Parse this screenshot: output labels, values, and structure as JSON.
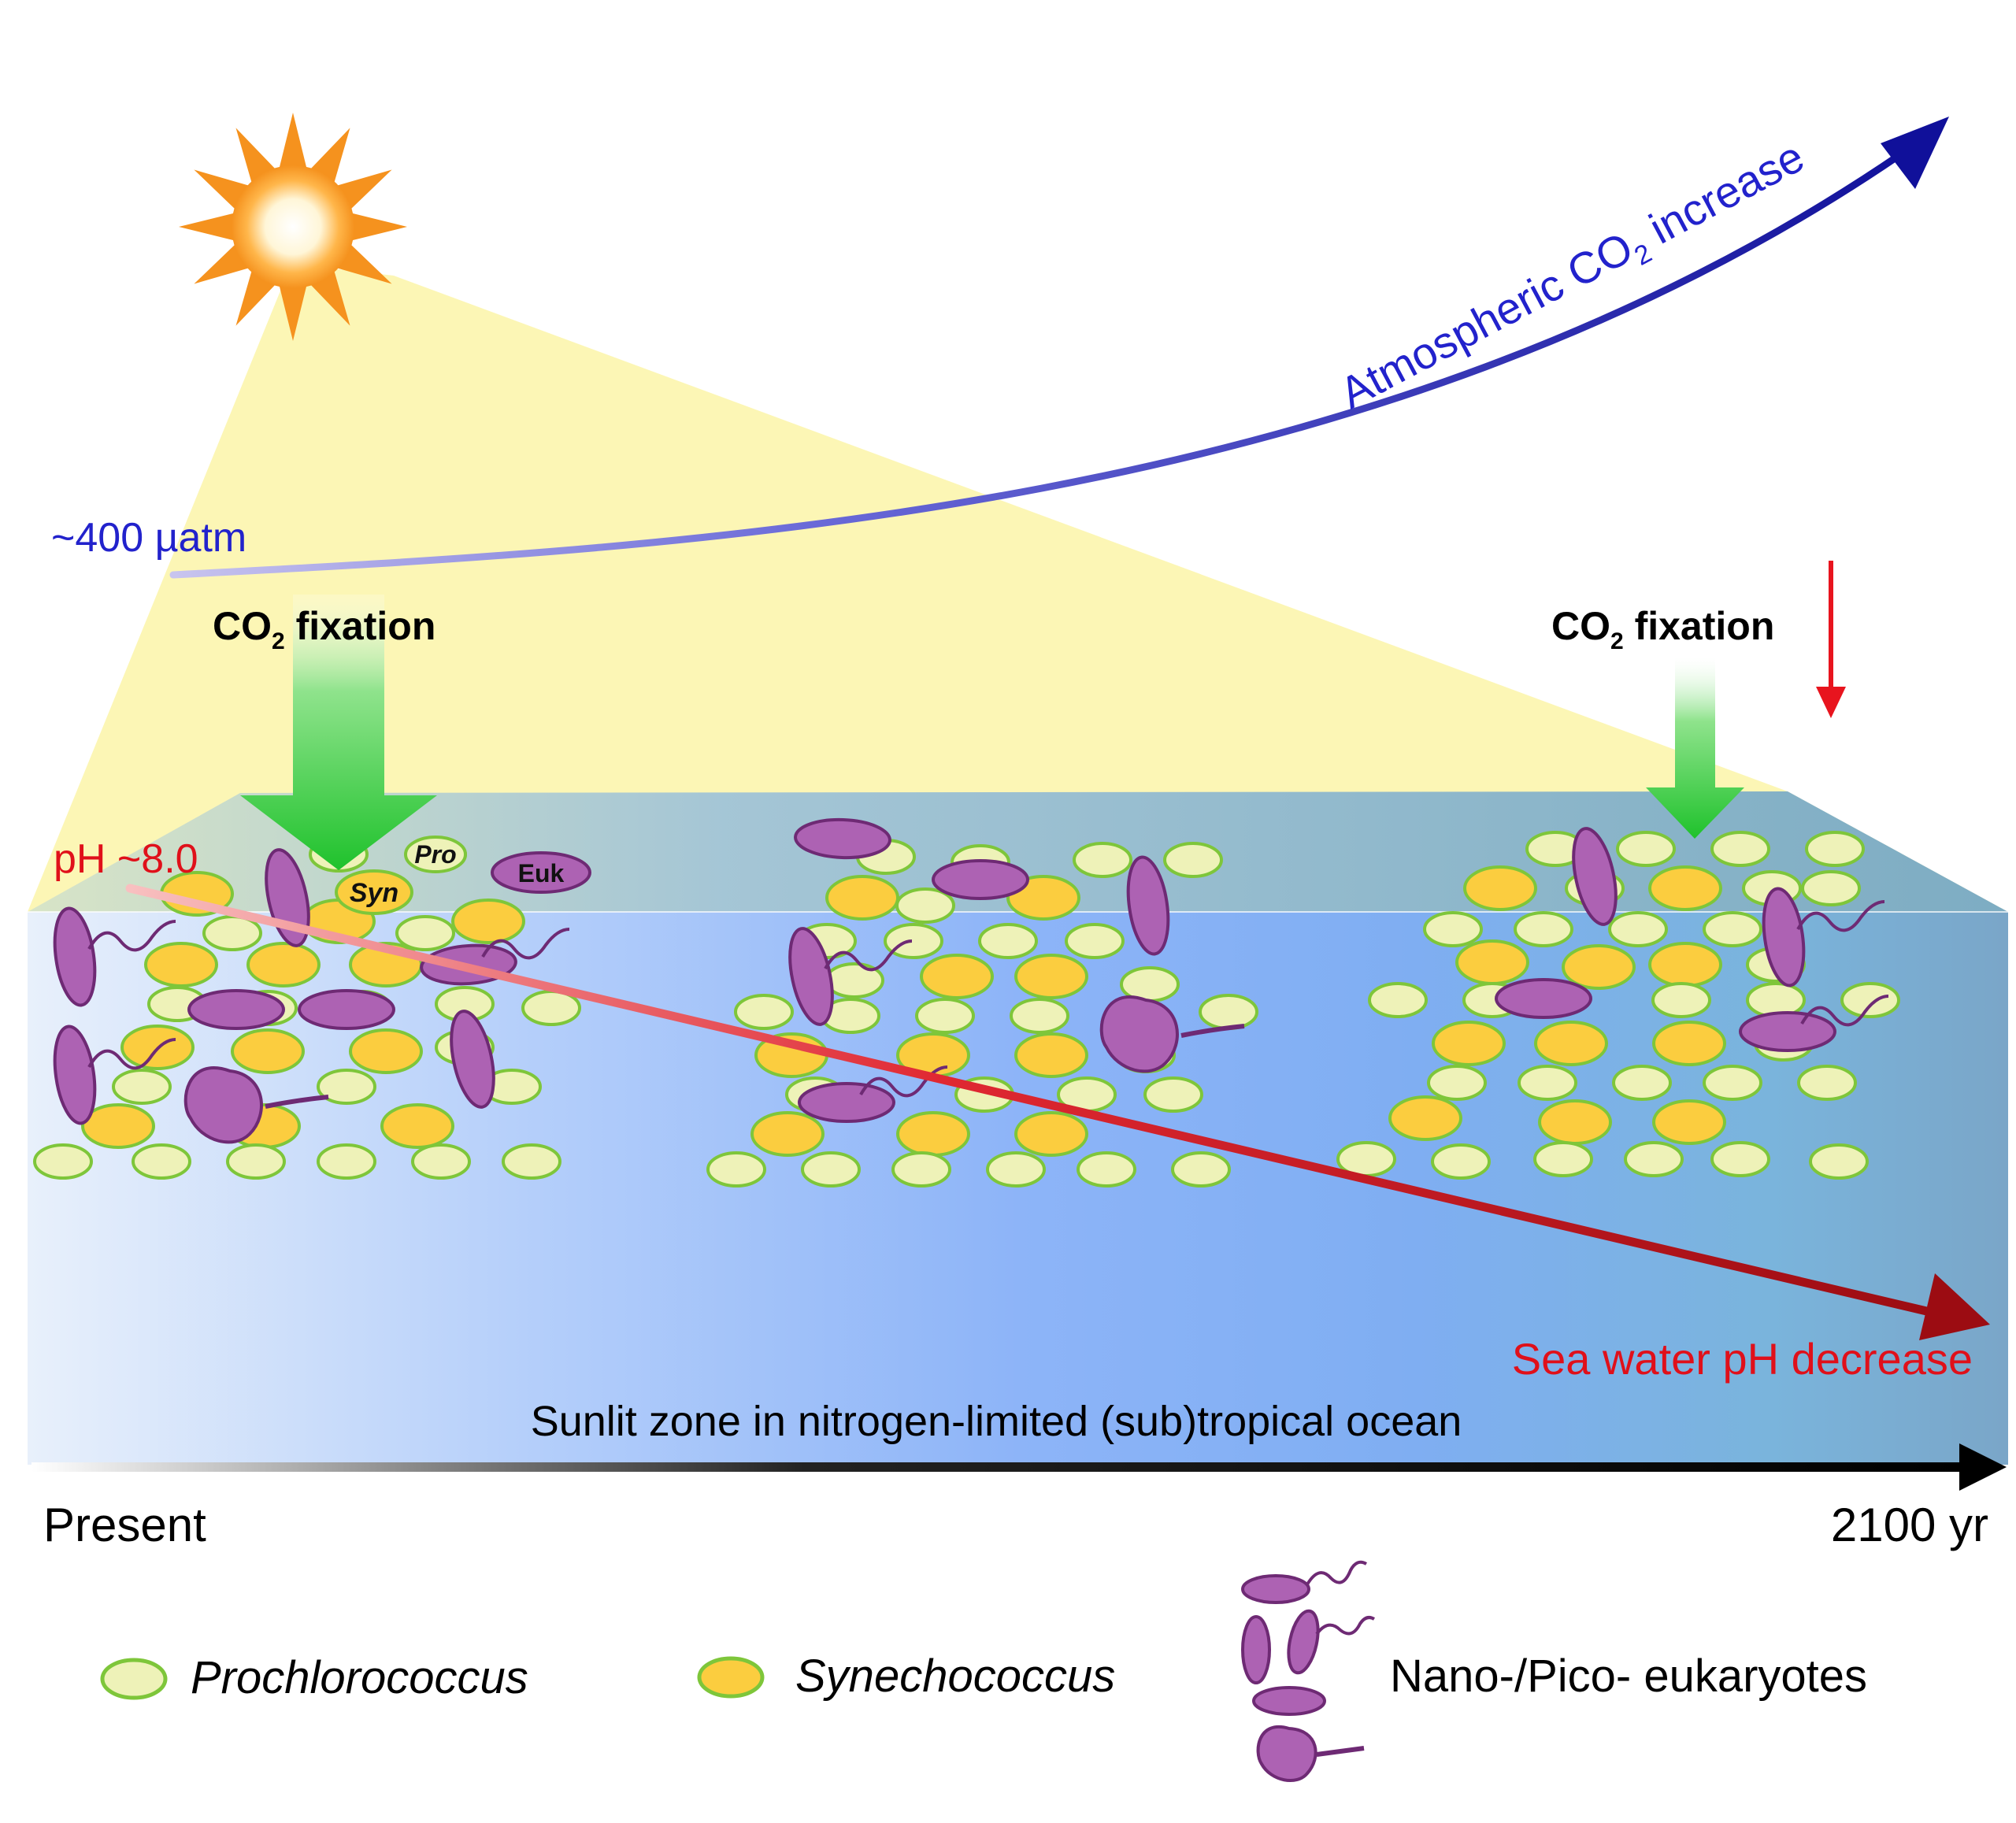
{
  "labels": {
    "co2_start": "~400 µatm",
    "co2_increase_main": "Atmospheric CO",
    "co2_increase_sub": "2",
    "co2_increase_tail": " increase",
    "fixation_left_main": "CO",
    "fixation_left_sub": "2",
    "fixation_left_tail": " fixation",
    "fixation_right_main": "CO",
    "fixation_right_sub": "2",
    "fixation_right_tail": " fixation",
    "ph_start": "pH ~8.0",
    "ph_decrease": "Sea water pH decrease",
    "zone": "Sunlit zone in nitrogen-limited (sub)tropical ocean",
    "time_start": "Present",
    "time_end": "2100 yr",
    "cell_pro": "Pro",
    "cell_syn": "Syn",
    "cell_euk": "Euk"
  },
  "legend": [
    {
      "label": "Prochlorococcus",
      "italic": true
    },
    {
      "label": "Synechococcus",
      "italic": true
    },
    {
      "label": "Nano-/Pico- eukaryotes",
      "italic": false
    }
  ],
  "colors": {
    "prochlorococcus_fill": "#eef2b8",
    "prochlorococcus_stroke": "#7ec63a",
    "synechococcus_fill": "#fbcd3f",
    "eukaryote_fill": "#ad62b3",
    "eukaryote_stroke": "#6e2a74",
    "co2_arrow": "#1a1aa8",
    "ph_arrow": "#b0101a",
    "ph_text": "#e0101a",
    "co2_text": "#2222cc",
    "fixation_arrow": "#22cc33",
    "light_cone": "#fbf5a8"
  }
}
